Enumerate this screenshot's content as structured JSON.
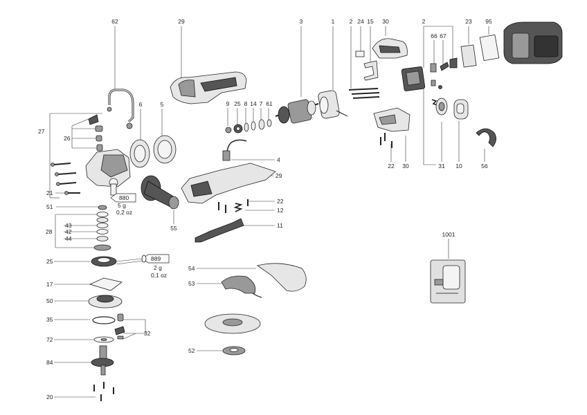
{
  "callouts": {
    "c62": "62",
    "c29a": "29",
    "c3": "3",
    "c1": "1",
    "c2a": "2",
    "c24": "24",
    "c15": "15",
    "c30a": "30",
    "c2b": "2",
    "c66": "66",
    "c67": "67",
    "c23": "23",
    "c95": "95",
    "c27": "27",
    "c6": "6",
    "c5": "5",
    "c9": "9",
    "c25a": "25",
    "c8": "8",
    "c14": "14",
    "c7": "7",
    "c61": "61",
    "c26": "26",
    "c4": "4",
    "c29b": "29",
    "c22a": "22",
    "c30b": "30",
    "c31": "31",
    "c10": "10",
    "c56": "56",
    "c21": "21",
    "c22b": "22",
    "c12": "12",
    "c51": "51",
    "c55": "55",
    "c11": "11",
    "c28": "28",
    "c43": "43",
    "c42": "42",
    "c44": "44",
    "c1001": "1001",
    "c25b": "25",
    "c54": "54",
    "c53": "53",
    "c17": "17",
    "c50": "50",
    "c35": "35",
    "c32": "32",
    "c72": "72",
    "c52": "52",
    "c84": "84",
    "c20": "20"
  },
  "grease_notes": {
    "g880_code": "880",
    "g880_mass": "5 g",
    "g880_oz": "0,2 oz",
    "g889_code": "889",
    "g889_mass": "2 g",
    "g889_oz": "0,1 oz"
  }
}
